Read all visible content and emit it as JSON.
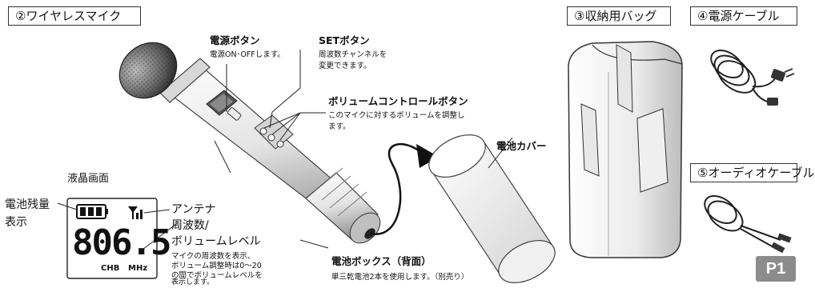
{
  "sections": {
    "mic": "②ワイヤレスマイク",
    "bag": "③収納用バッグ",
    "power_cable": "④電源ケーブル",
    "audio_cable": "⑤オーディオケーブル"
  },
  "callouts": {
    "power_button": {
      "title": "電源ボタン",
      "desc": "電源ON･OFFします。"
    },
    "set_button": {
      "title": "SETボタン",
      "desc": [
        "周波数チャンネルを",
        "変更できます。"
      ]
    },
    "volume_button": {
      "title": "ボリュームコントロールボタン",
      "desc": [
        "このマイクに対するボリュームを調整し",
        "ます。"
      ]
    },
    "battery_cover": {
      "title": "電池カバー"
    },
    "battery_box": {
      "title": "電池ボックス（背面）",
      "desc": "単三乾電池2本を使用します。（別売り）"
    },
    "lcd": {
      "title": "液晶画面"
    },
    "battery_level": {
      "line1": "電池残量",
      "line2": "表示"
    },
    "antenna": {
      "title": "アンテナ"
    },
    "freq": {
      "line1": "周波数/",
      "line2": "ボリュームレベル",
      "desc": [
        "マイクの周波数を表示、",
        "ボリューム調整時は0〜20",
        "の間でボリュームレベルを",
        "表示します。"
      ]
    }
  },
  "lcd_display": {
    "digits": "806.5",
    "chb": "CHB",
    "unit": "MHz"
  },
  "page_number": "P1"
}
